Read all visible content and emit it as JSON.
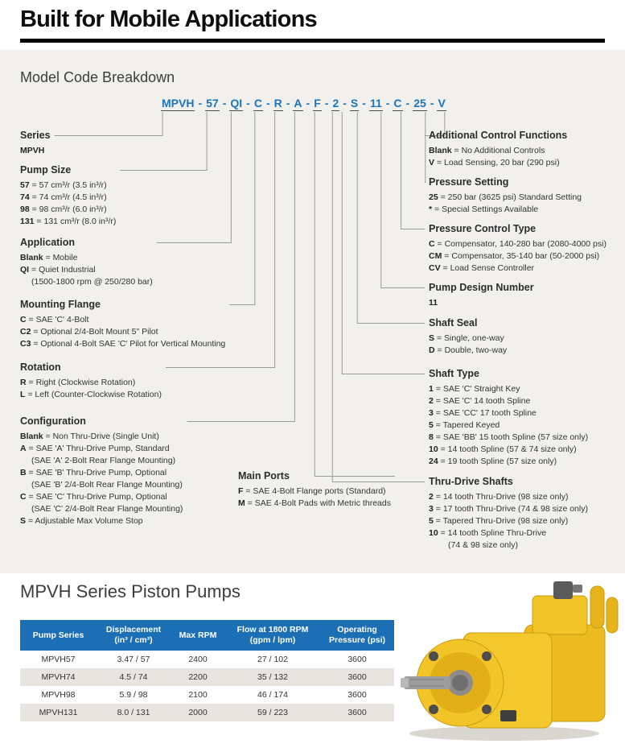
{
  "page_title": "Built for Mobile Applications",
  "breakdown": {
    "heading": "Model Code Breakdown",
    "code_separator": "-",
    "code_segments": [
      "MPVH",
      "57",
      "QI",
      "C",
      "R",
      "A",
      "F",
      "2",
      "S",
      "11",
      "C",
      "25",
      "V"
    ],
    "sections": [
      {
        "id": "series",
        "title": "Series",
        "lines": [
          {
            "b": "MPVH",
            "t": ""
          }
        ]
      },
      {
        "id": "pump_size",
        "title": "Pump Size",
        "lines": [
          {
            "b": "57",
            "t": "= 57 cm³/r (3.5 in³/r)"
          },
          {
            "b": "74",
            "t": "= 74 cm³/r (4.5 in³/r)"
          },
          {
            "b": "98",
            "t": "= 98 cm³/r (6.0 in³/r)"
          },
          {
            "b": "131",
            "t": "= 131 cm³/r (8.0 in³/r)"
          }
        ]
      },
      {
        "id": "application",
        "title": "Application",
        "lines": [
          {
            "b": "Blank",
            "t": "= Mobile"
          },
          {
            "b": "QI",
            "t": "= Quiet Industrial"
          },
          {
            "b": "",
            "t": "(1500-1800 rpm @ 250/280 bar)",
            "indent": 1
          }
        ]
      },
      {
        "id": "mounting_flange",
        "title": "Mounting Flange",
        "lines": [
          {
            "b": "C",
            "t": "= SAE 'C' 4-Bolt"
          },
          {
            "b": "C2",
            "t": "= Optional 2/4-Bolt Mount 5\" Pilot"
          },
          {
            "b": "C3",
            "t": "= Optional 4-Bolt SAE 'C' Pilot for Vertical Mounting"
          }
        ]
      },
      {
        "id": "rotation",
        "title": "Rotation",
        "lines": [
          {
            "b": "R",
            "t": "= Right (Clockwise Rotation)"
          },
          {
            "b": "L",
            "t": "= Left (Counter-Clockwise Rotation)"
          }
        ]
      },
      {
        "id": "configuration",
        "title": "Configuration",
        "lines": [
          {
            "b": "Blank",
            "t": "= Non Thru-Drive (Single Unit)"
          },
          {
            "b": "A",
            "t": "= SAE 'A' Thru-Drive Pump, Standard"
          },
          {
            "b": "",
            "t": "(SAE 'A' 2-Bolt Rear Flange Mounting)",
            "indent": 1
          },
          {
            "b": "B",
            "t": "= SAE 'B' Thru-Drive Pump, Optional"
          },
          {
            "b": "",
            "t": "(SAE 'B' 2/4-Bolt Rear Flange Mounting)",
            "indent": 1
          },
          {
            "b": "C",
            "t": "= SAE 'C' Thru-Drive Pump, Optional"
          },
          {
            "b": "",
            "t": "(SAE 'C' 2/4-Bolt Rear Flange Mounting)",
            "indent": 1
          },
          {
            "b": "S",
            "t": "= Adjustable Max Volume Stop"
          }
        ]
      },
      {
        "id": "main_ports",
        "title": "Main Ports",
        "lines": [
          {
            "b": "F",
            "t": "= SAE 4-Bolt Flange ports (Standard)"
          },
          {
            "b": "M",
            "t": "= SAE 4-Bolt Pads with Metric threads"
          }
        ]
      },
      {
        "id": "additional_control",
        "title": "Additional Control Functions",
        "lines": [
          {
            "b": "Blank",
            "t": "= No Additional Controls"
          },
          {
            "b": "V",
            "t": "= Load Sensing, 20 bar (290 psi)"
          }
        ]
      },
      {
        "id": "pressure_setting",
        "title": "Pressure Setting",
        "lines": [
          {
            "b": "25",
            "t": "= 250 bar (3625 psi) Standard Setting"
          },
          {
            "b": "*",
            "t": "= Special Settings Available"
          }
        ]
      },
      {
        "id": "pressure_control",
        "title": "Pressure Control Type",
        "lines": [
          {
            "b": "C",
            "t": "= Compensator, 140-280 bar (2080-4000 psi)"
          },
          {
            "b": "CM",
            "t": "= Compensator, 35-140 bar (50-2000 psi)"
          },
          {
            "b": "CV",
            "t": "= Load Sense Controller"
          }
        ]
      },
      {
        "id": "pump_design",
        "title": "Pump Design Number",
        "lines": [
          {
            "b": "11",
            "t": ""
          }
        ]
      },
      {
        "id": "shaft_seal",
        "title": "Shaft Seal",
        "lines": [
          {
            "b": "S",
            "t": "= Single, one-way"
          },
          {
            "b": "D",
            "t": "= Double, two-way"
          }
        ]
      },
      {
        "id": "shaft_type",
        "title": "Shaft Type",
        "lines": [
          {
            "b": "1",
            "t": "= SAE 'C' Straight Key"
          },
          {
            "b": "2",
            "t": "= SAE 'C' 14 tooth Spline"
          },
          {
            "b": "3",
            "t": "= SAE 'CC' 17 tooth Spline"
          },
          {
            "b": "5",
            "t": "= Tapered Keyed"
          },
          {
            "b": "8",
            "t": "= SAE 'BB' 15 tooth Spline (57 size only)"
          },
          {
            "b": "10",
            "t": "= 14 tooth Spline (57 & 74 size only)"
          },
          {
            "b": "24",
            "t": "= 19 tooth Spline (57 size only)"
          }
        ]
      },
      {
        "id": "thru_drive",
        "title": "Thru-Drive Shafts",
        "lines": [
          {
            "b": "2",
            "t": "= 14 tooth Thru-Drive (98 size only)"
          },
          {
            "b": "3",
            "t": "= 17 tooth Thru-Drive (74 & 98 size only)"
          },
          {
            "b": "5",
            "t": "= Tapered Thru-Drive (98 size only)"
          },
          {
            "b": "10",
            "t": "= 14 tooth Spline Thru-Drive"
          },
          {
            "b": "",
            "t": "(74 & 98 size only)",
            "indent": 2
          }
        ]
      }
    ]
  },
  "pumps": {
    "heading": "MPVH Series Piston Pumps",
    "table": {
      "columns": [
        "Pump Series",
        "Displacement\n(in³ / cm³)",
        "Max RPM",
        "Flow at 1800 RPM\n(gpm / lpm)",
        "Operating\nPressure (psi)"
      ],
      "rows": [
        [
          "MPVH57",
          "3.47 / 57",
          "2400",
          "27 / 102",
          "3600"
        ],
        [
          "MPVH74",
          "4.5 / 74",
          "2200",
          "35 / 132",
          "3600"
        ],
        [
          "MPVH98",
          "5.9 / 98",
          "2100",
          "46 / 174",
          "3600"
        ],
        [
          "MPVH131",
          "8.0 / 131",
          "2000",
          "59 / 223",
          "3600"
        ]
      ]
    }
  },
  "colors": {
    "accent_blue": "#1B75BC",
    "table_header_blue": "#1C6FB4",
    "panel_gray": "#F2F0ED",
    "pump_yellow": "#F2C428"
  }
}
